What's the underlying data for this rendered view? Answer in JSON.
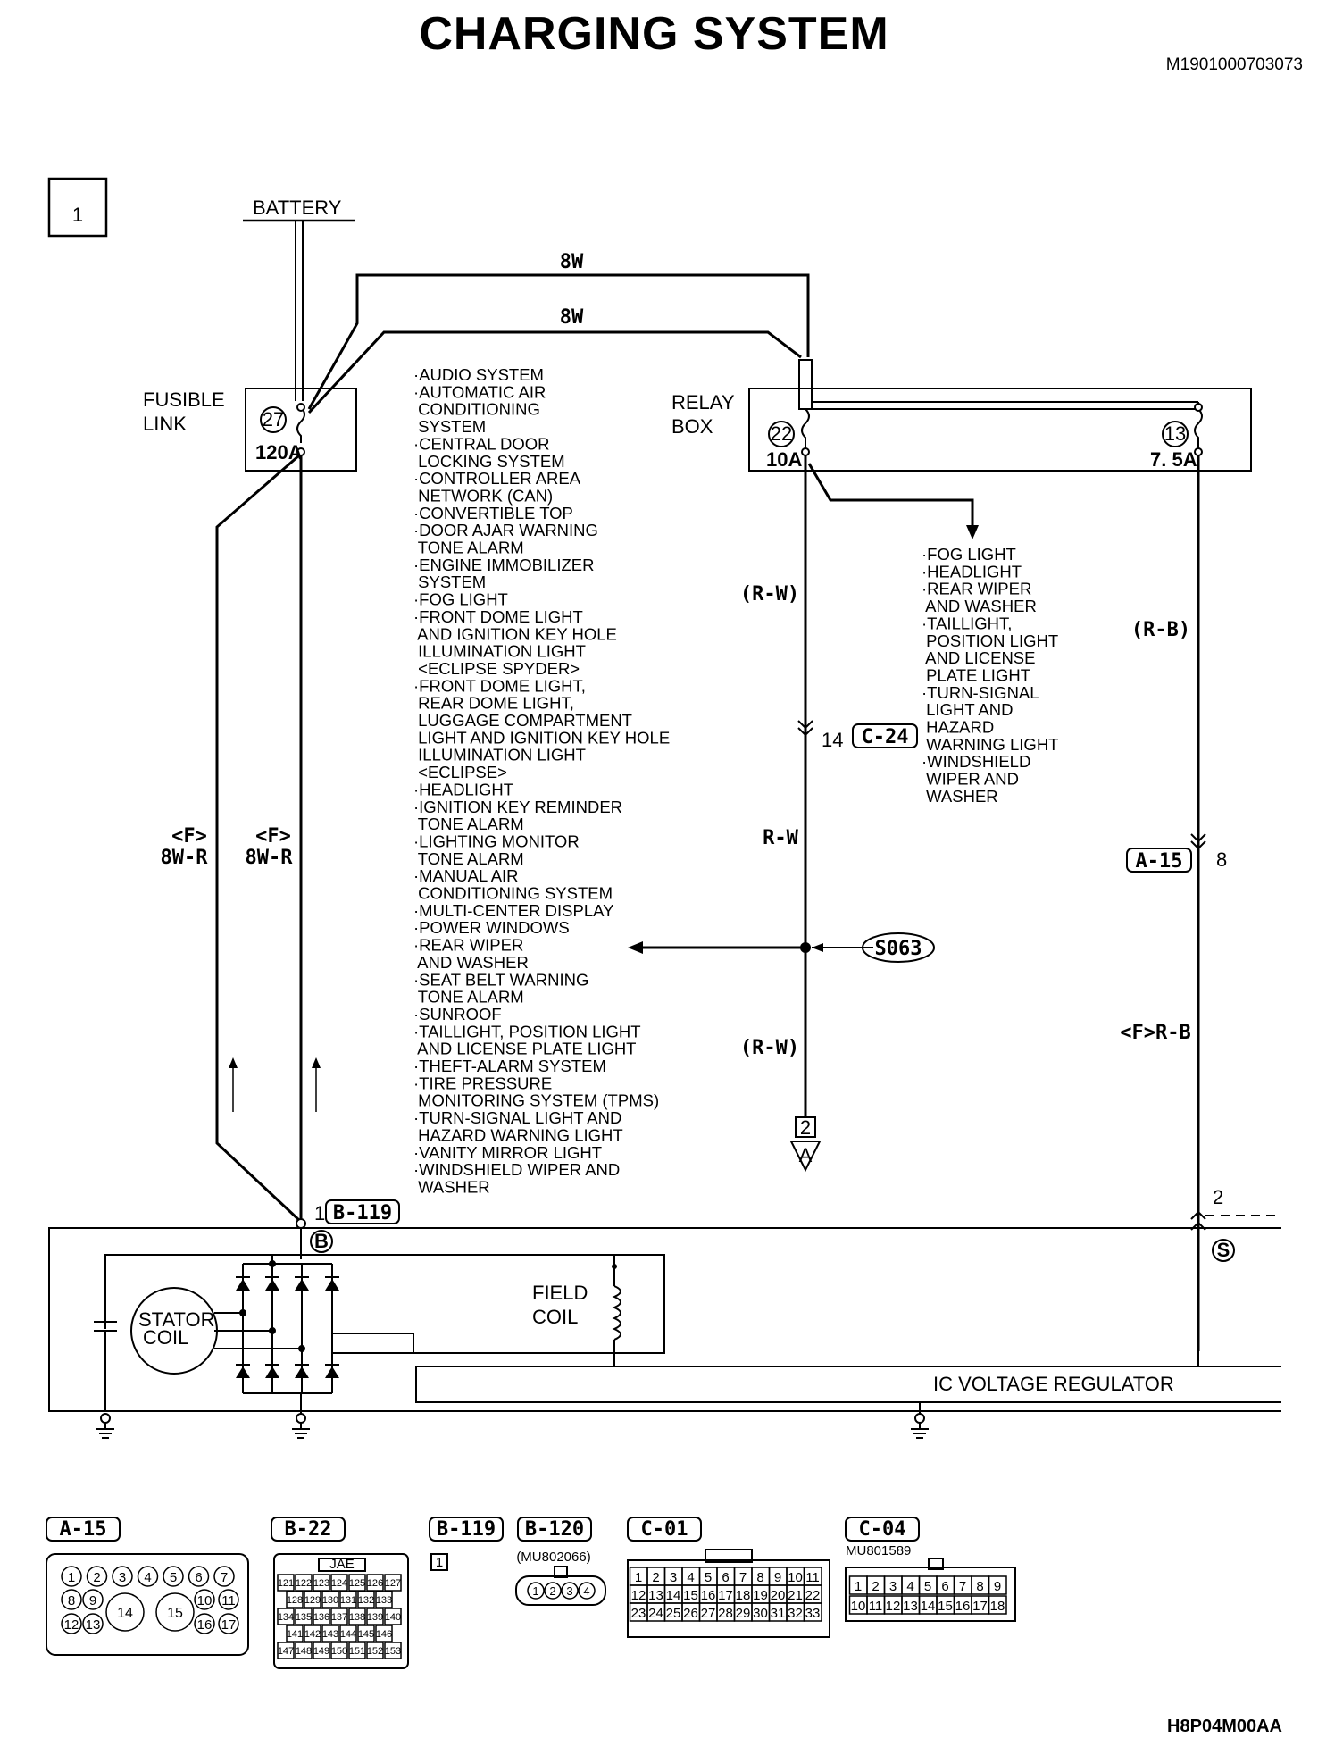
{
  "title": "CHARGING SYSTEM",
  "doc_code": "M1901000703073",
  "figure_code": "H8P04M00AA",
  "section_number": "1",
  "battery": "BATTERY",
  "fusible_link": {
    "line1": "FUSIBLE",
    "line2": "LINK",
    "fuse_no": "27",
    "rating": "120A"
  },
  "relay_box": {
    "line1": "RELAY",
    "line2": "BOX",
    "fuse_a_no": "22",
    "fuse_a_rating": "10A",
    "fuse_b_no": "13",
    "fuse_b_rating": "7. 5A"
  },
  "wires": {
    "top_8w_1": "8W",
    "top_8w_2": "8W",
    "left_a_1": "<F>",
    "left_a_2": "8W-R",
    "left_b_1": "<F>",
    "left_b_2": "8W-R",
    "rw_upper": "(R-W)",
    "rw_mid": "R-W",
    "rw_lower": "(R-W)",
    "rb_upper": "(R-B)",
    "rb_lower": "<F>R-B"
  },
  "connectors": {
    "c24_pin": "14",
    "c24": "C-24",
    "a15_wire": "A-15",
    "a15_pin": "8",
    "b119_pin": "1",
    "b119": "B-119",
    "splice": "S063",
    "ref_num": "2",
    "ref_letter": "A",
    "right_pin": "2",
    "terminal_b": "B",
    "terminal_s": "S"
  },
  "alternator": {
    "stator_1": "STATOR",
    "stator_2": "COIL",
    "field_1": "FIELD",
    "field_2": "COIL",
    "regulator": "IC VOLTAGE REGULATOR"
  },
  "list_main": [
    "·AUDIO SYSTEM",
    "·AUTOMATIC AIR",
    " CONDITIONING",
    " SYSTEM",
    "·CENTRAL DOOR",
    " LOCKING SYSTEM",
    "·CONTROLLER AREA",
    " NETWORK (CAN)",
    "·CONVERTIBLE TOP",
    "·DOOR AJAR WARNING",
    " TONE ALARM",
    "·ENGINE IMMOBILIZER",
    " SYSTEM",
    "·FOG LIGHT",
    "·FRONT DOME LIGHT",
    " AND IGNITION KEY HOLE",
    " ILLUMINATION LIGHT",
    " <ECLIPSE SPYDER>",
    "·FRONT DOME LIGHT,",
    " REAR DOME LIGHT,",
    " LUGGAGE COMPARTMENT",
    " LIGHT AND IGNITION KEY HOLE",
    " ILLUMINATION LIGHT",
    " <ECLIPSE>",
    "·HEADLIGHT",
    "·IGNITION KEY REMINDER",
    " TONE ALARM",
    "·LIGHTING MONITOR",
    " TONE ALARM",
    "·MANUAL AIR",
    " CONDITIONING SYSTEM",
    "·MULTI-CENTER DISPLAY",
    "·POWER WINDOWS",
    "·REAR WIPER",
    " AND WASHER",
    "·SEAT BELT WARNING",
    " TONE ALARM",
    "·SUNROOF",
    "·TAILLIGHT, POSITION LIGHT",
    " AND LICENSE PLATE LIGHT",
    "·THEFT-ALARM SYSTEM",
    "·TIRE PRESSURE",
    " MONITORING SYSTEM (TPMS)",
    "·TURN-SIGNAL LIGHT AND",
    " HAZARD WARNING LIGHT",
    "·VANITY MIRROR LIGHT",
    "·WINDSHIELD WIPER AND",
    " WASHER"
  ],
  "list_right": [
    "·FOG LIGHT",
    "·HEADLIGHT",
    "·REAR WIPER",
    " AND WASHER",
    "·TAILLIGHT,",
    " POSITION LIGHT",
    " AND LICENSE",
    " PLATE LIGHT",
    "·TURN-SIGNAL",
    " LIGHT AND",
    " HAZARD",
    " WARNING LIGHT",
    "·WINDSHIELD",
    " WIPER AND",
    " WASHER"
  ],
  "connector_views": {
    "a15": {
      "label": "A-15",
      "row1": [
        "1",
        "2",
        "3",
        "4",
        "5",
        "6",
        "7"
      ],
      "row2": [
        "8",
        "9",
        "10",
        "11"
      ],
      "row3": [
        "12",
        "13",
        "16",
        "17"
      ],
      "big": [
        "14",
        "15"
      ]
    },
    "b22": {
      "label": "B-22",
      "sub": "JAE",
      "rows": [
        [
          "121",
          "122",
          "123",
          "124",
          "125",
          "126",
          "127"
        ],
        [
          "128",
          "129",
          "130",
          "131",
          "132",
          "133"
        ],
        [
          "134",
          "135",
          "136",
          "137",
          "138",
          "139",
          "140"
        ],
        [
          "141",
          "142",
          "143",
          "144",
          "145",
          "146"
        ],
        [
          "147",
          "148",
          "149",
          "150",
          "151",
          "152",
          "153"
        ]
      ]
    },
    "b119": {
      "label": "B-119",
      "pin": "1"
    },
    "b120": {
      "label": "B-120",
      "part": "(MU802066)",
      "pins": [
        "1",
        "2",
        "3",
        "4"
      ]
    },
    "c01": {
      "label": "C-01",
      "rows": [
        [
          "1",
          "2",
          "3",
          "4",
          "5",
          "6",
          "7",
          "8",
          "9",
          "10",
          "11"
        ],
        [
          "12",
          "13",
          "14",
          "15",
          "16",
          "17",
          "18",
          "19",
          "20",
          "21",
          "22"
        ],
        [
          "23",
          "24",
          "25",
          "26",
          "27",
          "28",
          "29",
          "30",
          "31",
          "32",
          "33"
        ]
      ]
    },
    "c04": {
      "label": "C-04",
      "part": "MU801589",
      "rows": [
        [
          "1",
          "2",
          "3",
          "4",
          "5",
          "6",
          "7",
          "8",
          "9"
        ],
        [
          "10",
          "11",
          "12",
          "13",
          "14",
          "15",
          "16",
          "17",
          "18"
        ]
      ]
    }
  }
}
